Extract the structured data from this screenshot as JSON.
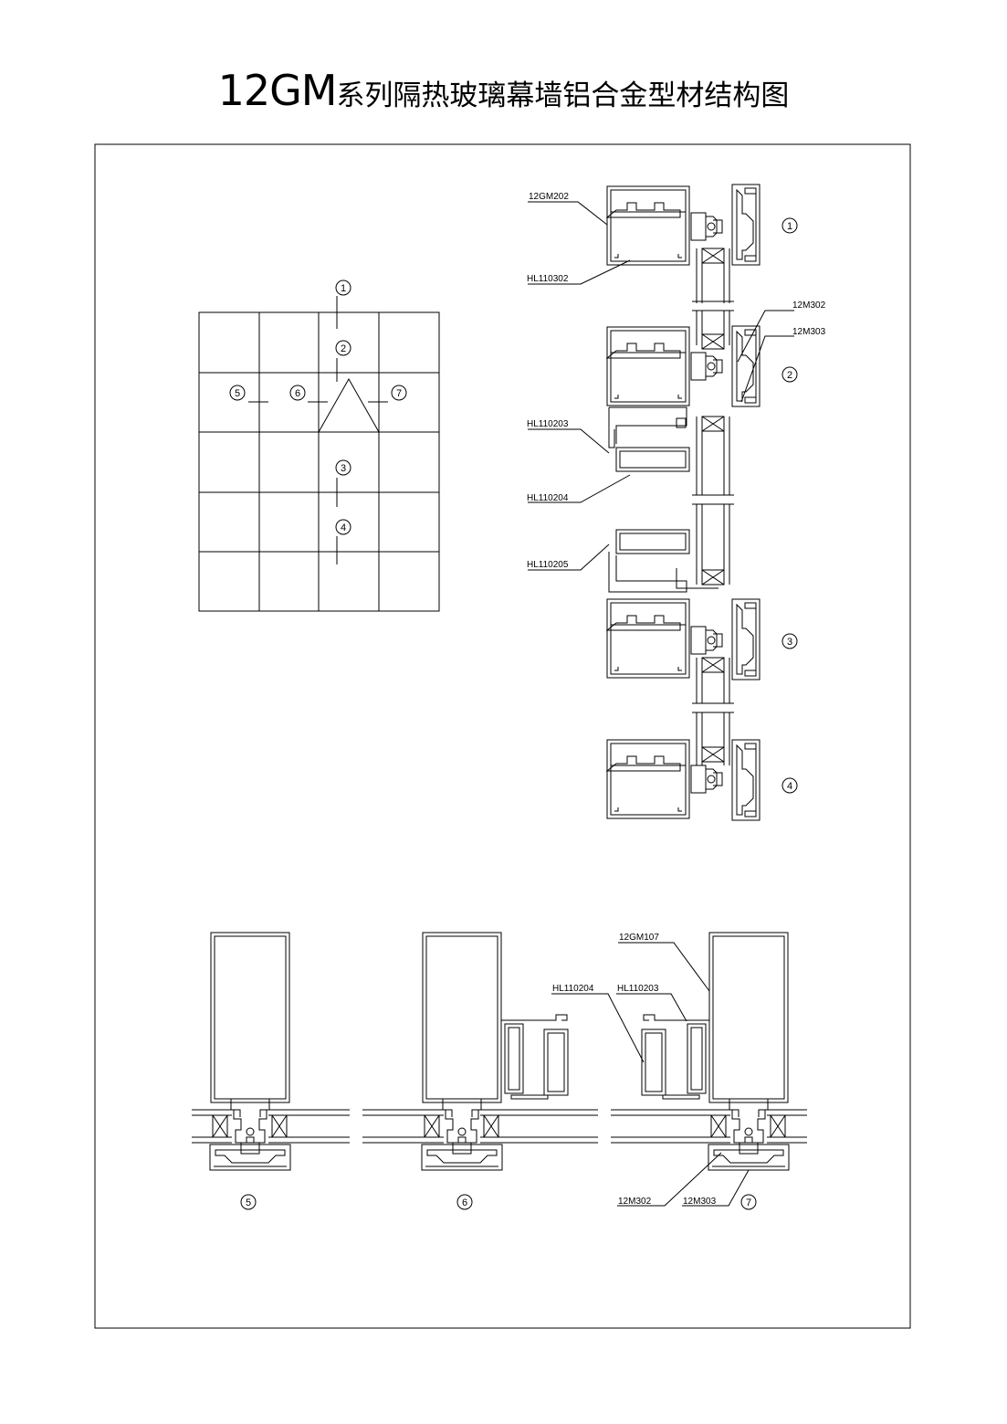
{
  "title": {
    "code": "12GM",
    "text": "系列隔热玻璃幕墙铝合金型材结构图"
  },
  "section_markers": [
    "1",
    "2",
    "3",
    "4",
    "5",
    "6",
    "7"
  ],
  "profile_labels": {
    "v1_top": "12GM202",
    "v1_bottom": "HL110302",
    "v2_cap1": "12M302",
    "v2_cap2": "12M303",
    "v2_sash1": "HL110203",
    "v2_sash2": "HL110204",
    "v2_sash3": "HL110205",
    "h7_mullion": "12GM107",
    "h7_sash1": "HL110204",
    "h7_sash2": "HL110203",
    "h7_cap1": "12M302",
    "h7_cap2": "12M303"
  }
}
